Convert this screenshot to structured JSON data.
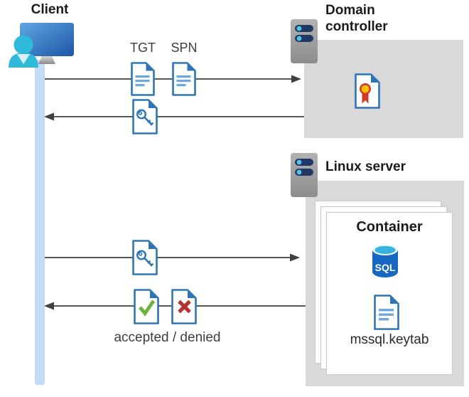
{
  "labels": {
    "client": "Client",
    "domain_controller": "Domain controller",
    "linux_server": "Linux server",
    "container": "Container",
    "tgt": "TGT",
    "spn": "SPN",
    "result": "accepted / denied",
    "keytab": "mssql.keytab",
    "sql": "SQL"
  },
  "flows": [
    {
      "from": "Client",
      "to": "Domain controller",
      "direction": "right",
      "carries": [
        "TGT",
        "SPN"
      ]
    },
    {
      "from": "Domain controller",
      "to": "Client",
      "direction": "left",
      "carries": [
        "key-ticket-document"
      ]
    },
    {
      "from": "Client",
      "to": "Linux server",
      "direction": "right",
      "carries": [
        "key-ticket-document"
      ]
    },
    {
      "from": "Linux server",
      "to": "Client",
      "direction": "left",
      "carries": [
        "accepted-document",
        "denied-document"
      ],
      "caption": "accepted / denied"
    }
  ],
  "colors": {
    "doc_border": "#2e75b6",
    "doc_lines": "#6ea7dd",
    "arrow": "#404040",
    "box_gray": "#d9d9d9",
    "lifeline": "#c2dcf5",
    "check_green": "#6cb33f",
    "cross_red": "#b43331",
    "cert_red": "#d03a2b",
    "cert_gold": "#ffc103",
    "sql_blue": "#1767c0",
    "sql_cyan": "#35b3dd",
    "server_pill": "#1f3864",
    "server_dot": "#53c4e8",
    "person_cyan": "#2fb9da",
    "monitor_blue_dark": "#2157a7"
  }
}
